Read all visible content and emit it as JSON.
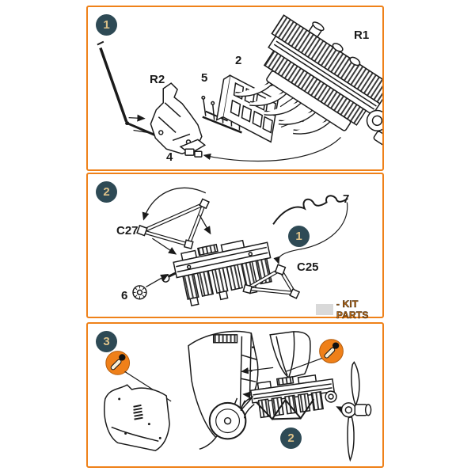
{
  "colors": {
    "border_orange": "#EF8119",
    "badge_bg": "#2E4A55",
    "badge_text": "#DEC289",
    "brush_circle": "#EF8019",
    "legend_swatch": "#D9D9D9",
    "legend_text": "#BE6A14",
    "line_art": "#1A1A1A"
  },
  "panels": [
    {
      "step": "1",
      "labels": {
        "engine": "R1",
        "mount": "R2",
        "fret": "2",
        "rod": "4",
        "frame": "5"
      }
    },
    {
      "step": "2",
      "labels": {
        "bearer_left": "C27",
        "bearer_right": "C25",
        "disc": "6",
        "pipe": "7",
        "assembly_ref": "1"
      },
      "legend": {
        "label": "- KIT PARTS"
      }
    },
    {
      "step": "3",
      "labels": {
        "assembly_ref": "2"
      }
    }
  ]
}
